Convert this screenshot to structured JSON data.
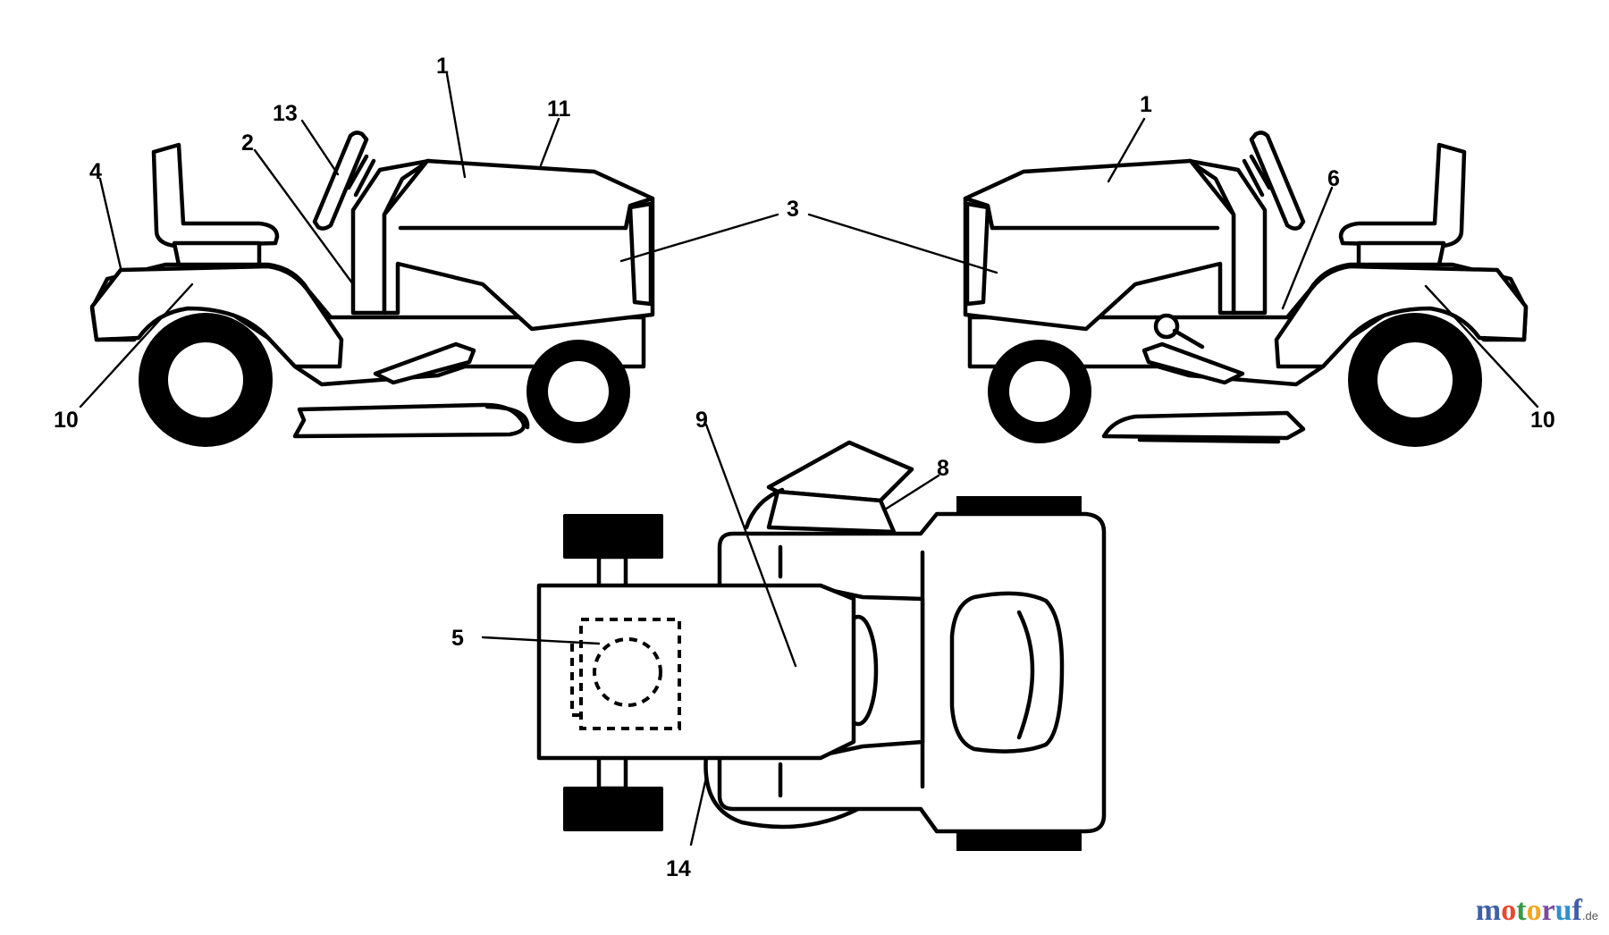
{
  "callouts": {
    "c1_left": "1",
    "c1_right": "1",
    "c2": "2",
    "c3": "3",
    "c4": "4",
    "c5": "5",
    "c6": "6",
    "c8": "8",
    "c9": "9",
    "c10_left": "10",
    "c10_right": "10",
    "c11": "11",
    "c13": "13",
    "c14": "14"
  },
  "watermark": {
    "brand": "motoruf",
    "domain": ".de",
    "colors": [
      "#3f5fa8",
      "#e8492f",
      "#3a9a46",
      "#f4a623",
      "#7a4ba0",
      "#2f8fcf"
    ]
  }
}
